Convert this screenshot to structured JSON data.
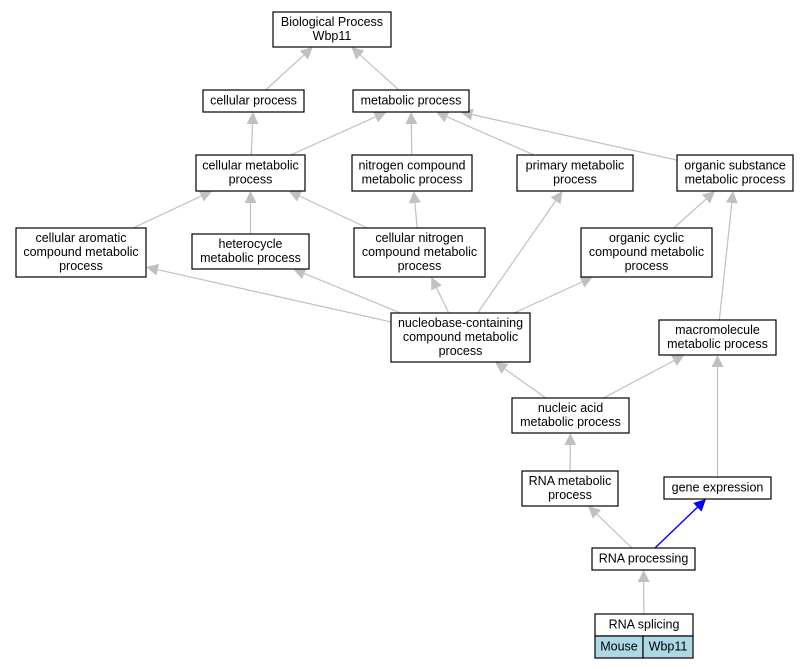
{
  "nodes": [
    {
      "id": "bp",
      "lines": [
        "Biological Process",
        "Wbp11"
      ]
    },
    {
      "id": "cp",
      "lines": [
        "cellular process"
      ]
    },
    {
      "id": "mp",
      "lines": [
        "metabolic process"
      ]
    },
    {
      "id": "cmp",
      "lines": [
        "cellular metabolic",
        "process"
      ]
    },
    {
      "id": "ncmp",
      "lines": [
        "nitrogen compound",
        "metabolic process"
      ]
    },
    {
      "id": "pmp",
      "lines": [
        "primary metabolic",
        "process"
      ]
    },
    {
      "id": "osmp",
      "lines": [
        "organic substance",
        "metabolic process"
      ]
    },
    {
      "id": "cacmp",
      "lines": [
        "cellular aromatic",
        "compound metabolic",
        "process"
      ]
    },
    {
      "id": "hmp",
      "lines": [
        "heterocycle",
        "metabolic process"
      ]
    },
    {
      "id": "cncmp",
      "lines": [
        "cellular nitrogen",
        "compound metabolic",
        "process"
      ]
    },
    {
      "id": "occmp",
      "lines": [
        "organic cyclic",
        "compound metabolic",
        "process"
      ]
    },
    {
      "id": "nbcmp",
      "lines": [
        "nucleobase-containing",
        "compound metabolic",
        "process"
      ]
    },
    {
      "id": "mmp",
      "lines": [
        "macromolecule",
        "metabolic process"
      ]
    },
    {
      "id": "namp",
      "lines": [
        "nucleic acid",
        "metabolic process"
      ]
    },
    {
      "id": "rmp",
      "lines": [
        "RNA metabolic",
        "process"
      ]
    },
    {
      "id": "ge",
      "lines": [
        "gene expression"
      ]
    },
    {
      "id": "rp",
      "lines": [
        "RNA processing"
      ]
    },
    {
      "id": "rs",
      "lines": [
        "RNA splicing"
      ]
    }
  ],
  "legend": {
    "cells": [
      {
        "label": "Mouse",
        "color": "#add8e6"
      },
      {
        "label": "Wbp11",
        "color": "#add8e6"
      }
    ]
  },
  "edges": [
    {
      "from": "cp",
      "to": "bp"
    },
    {
      "from": "mp",
      "to": "bp"
    },
    {
      "from": "cmp",
      "to": "cp"
    },
    {
      "from": "cmp",
      "to": "mp"
    },
    {
      "from": "ncmp",
      "to": "mp"
    },
    {
      "from": "pmp",
      "to": "mp"
    },
    {
      "from": "osmp",
      "to": "mp"
    },
    {
      "from": "cacmp",
      "to": "cmp"
    },
    {
      "from": "hmp",
      "to": "cmp"
    },
    {
      "from": "cncmp",
      "to": "cmp"
    },
    {
      "from": "cncmp",
      "to": "ncmp"
    },
    {
      "from": "occmp",
      "to": "osmp"
    },
    {
      "from": "nbcmp",
      "to": "cacmp"
    },
    {
      "from": "nbcmp",
      "to": "hmp"
    },
    {
      "from": "nbcmp",
      "to": "cncmp"
    },
    {
      "from": "nbcmp",
      "to": "pmp"
    },
    {
      "from": "nbcmp",
      "to": "occmp"
    },
    {
      "from": "mmp",
      "to": "osmp"
    },
    {
      "from": "namp",
      "to": "nbcmp"
    },
    {
      "from": "namp",
      "to": "mmp"
    },
    {
      "from": "rmp",
      "to": "namp"
    },
    {
      "from": "ge",
      "to": "mmp"
    },
    {
      "from": "rp",
      "to": "rmp"
    },
    {
      "from": "rp",
      "to": "ge",
      "highlight": true
    },
    {
      "from": "rs",
      "to": "rp"
    }
  ],
  "colors": {
    "edge": "#c0c0c0",
    "highlight_edge": "#0000ff",
    "legend_fill": "#add8e6"
  }
}
